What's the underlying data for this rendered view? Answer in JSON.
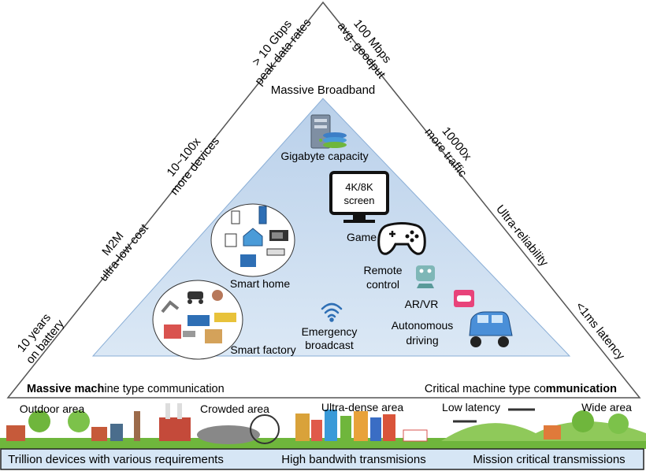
{
  "triangle": {
    "top_label": "Massive Broadband",
    "left_label_bold": "Massive mach",
    "left_label_rest": "ine type communication",
    "right_label_pre": "Critical machine type co",
    "right_label_bold": "mmunication"
  },
  "left_edge": [
    {
      "line1": "> 10 Gbps",
      "line2": "peak data rates"
    },
    {
      "line1": "10~100x",
      "line2": "more devices"
    },
    {
      "line1": "M2M",
      "line2": "ultra-low cost"
    },
    {
      "line1": "10 years",
      "line2": "on battery"
    }
  ],
  "right_edge": [
    {
      "line1": "100 Mbps",
      "line2": "avg. goodput"
    },
    {
      "line1": "10000x",
      "line2": "more traffic"
    },
    {
      "line1": "Ultra-reliability",
      "line2": ""
    },
    {
      "line1": "<1ms latency",
      "line2": ""
    }
  ],
  "inner": {
    "gigabyte": "Gigabyte capacity",
    "screen_line1": "4K/8K",
    "screen_line2": "screen",
    "game": "Game",
    "smart_home": "Smart home",
    "remote_line1": "Remote",
    "remote_line2": "control",
    "arvr": "AR/VR",
    "emergency_line1": "Emergency",
    "emergency_line2": "broadcast",
    "autonomous_line1": "Autonomous",
    "autonomous_line2": "driving",
    "smart_factory": "Smart factory"
  },
  "scenery": {
    "outdoor": "Outdoor area",
    "crowded": "Crowded area",
    "ultra_dense": "Ultra-dense area",
    "low_latency": "Low latency",
    "wide": "Wide area"
  },
  "bottom_bar": {
    "left": "Trillion devices with various requirements",
    "center": "High bandwith transmisions",
    "right": "Mission critical transmissions"
  },
  "colors": {
    "inner_fill": "#cfe0f1",
    "bar_fill": "#d6e6f5",
    "accent_blue": "#2e6fb5",
    "pink": "#e8437a",
    "grass": "#6fb63c"
  }
}
